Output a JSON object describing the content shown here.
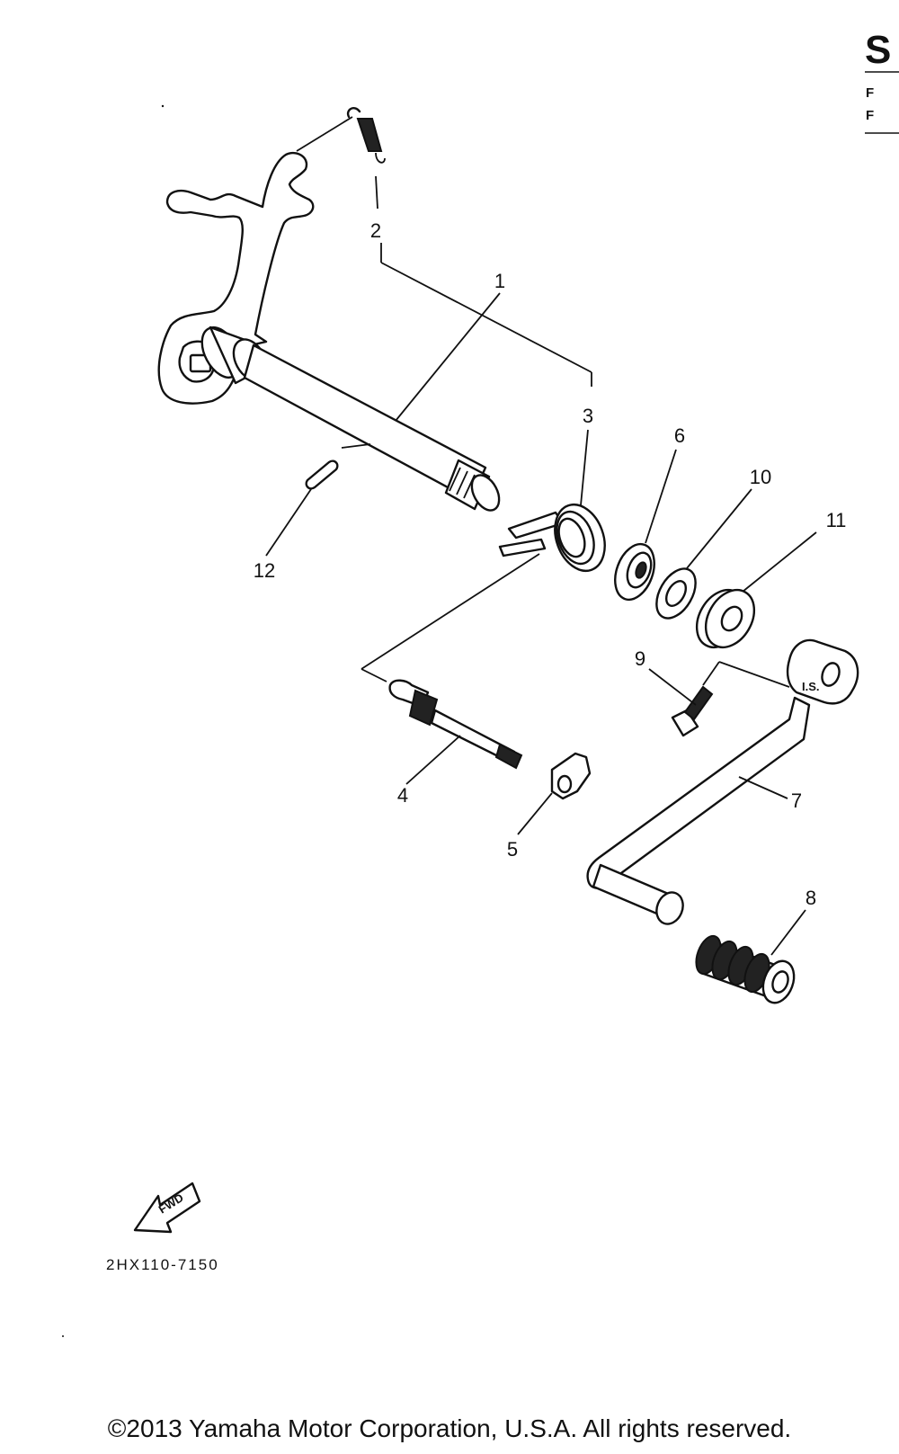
{
  "header_fragment": {
    "big": "S",
    "line1": "F",
    "line2": "F"
  },
  "callouts": [
    {
      "id": "1",
      "label": "1"
    },
    {
      "id": "2",
      "label": "2"
    },
    {
      "id": "3",
      "label": "3"
    },
    {
      "id": "4",
      "label": "4"
    },
    {
      "id": "5",
      "label": "5"
    },
    {
      "id": "6",
      "label": "6"
    },
    {
      "id": "7",
      "label": "7"
    },
    {
      "id": "8",
      "label": "8"
    },
    {
      "id": "9",
      "label": "9"
    },
    {
      "id": "10",
      "label": "10"
    },
    {
      "id": "11",
      "label": "11"
    },
    {
      "id": "12",
      "label": "12"
    }
  ],
  "direction_badge": "FWD",
  "lever_mark": "I.S.",
  "diagram_code": "2HX110-7150",
  "copyright": "©2013 Yamaha Motor Corporation, U.S.A. All rights reserved."
}
